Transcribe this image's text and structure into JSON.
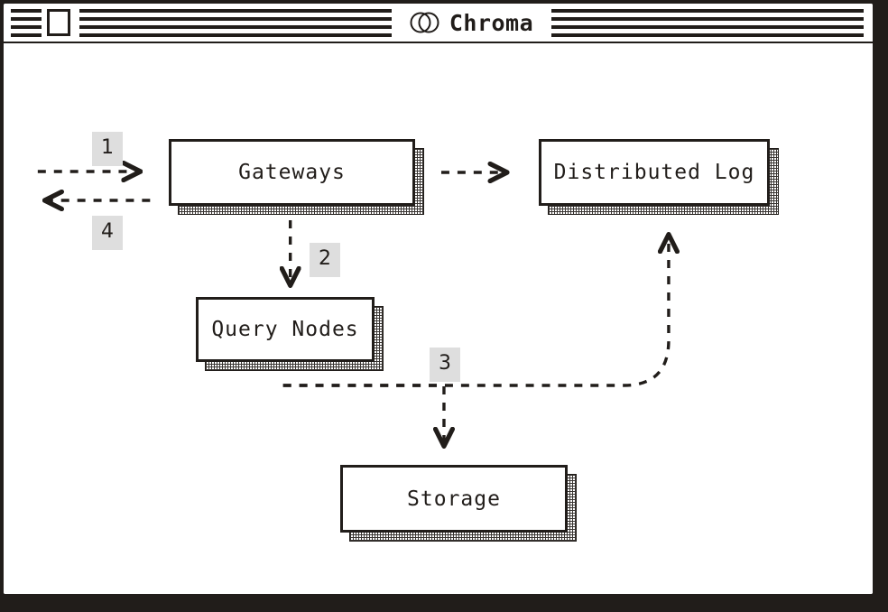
{
  "window": {
    "title": "Chroma",
    "logo_icon": "chroma-overlapping-circles-icon",
    "close_icon": "close-window-button"
  },
  "diagram": {
    "type": "architecture-flow",
    "nodes": [
      {
        "id": "gateways",
        "label": "Gateways"
      },
      {
        "id": "distributed-log",
        "label": "Distributed Log"
      },
      {
        "id": "query-nodes",
        "label": "Query Nodes"
      },
      {
        "id": "storage",
        "label": "Storage"
      }
    ],
    "steps": [
      {
        "id": "1",
        "label": "1",
        "description": "client request into Gateways"
      },
      {
        "id": "2",
        "label": "2",
        "description": "Gateways to Query Nodes"
      },
      {
        "id": "3",
        "label": "3",
        "description": "Query Nodes to Storage and Distributed Log"
      },
      {
        "id": "4",
        "label": "4",
        "description": "Gateways response back to client"
      }
    ],
    "edges": [
      {
        "from": "client",
        "to": "gateways",
        "style": "dashed",
        "direction": "right"
      },
      {
        "from": "gateways",
        "to": "client",
        "style": "dashed",
        "direction": "left"
      },
      {
        "from": "gateways",
        "to": "distributed-log",
        "style": "dashed",
        "direction": "right"
      },
      {
        "from": "gateways",
        "to": "query-nodes",
        "style": "dashed",
        "direction": "down"
      },
      {
        "from": "query-nodes",
        "to": "storage",
        "style": "dashed",
        "direction": "down"
      },
      {
        "from": "query-nodes",
        "to": "distributed-log",
        "style": "dashed",
        "direction": "up"
      }
    ]
  },
  "colors": {
    "ink": "#211d1a",
    "paper": "#ffffff",
    "badge_bg": "#dedede",
    "desktop": "#211d1a"
  }
}
